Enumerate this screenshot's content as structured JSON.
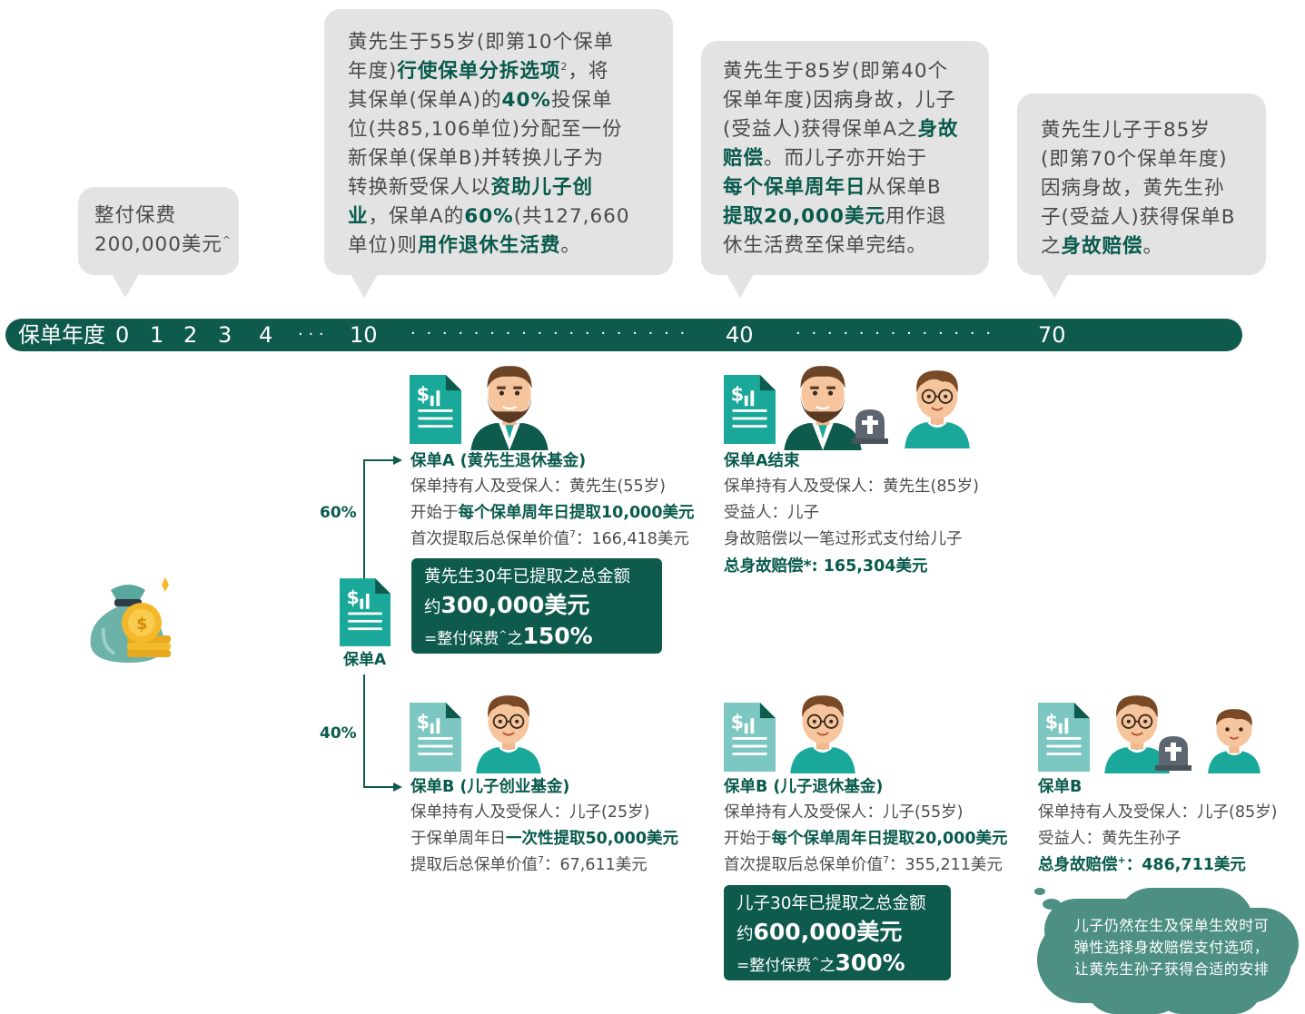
{
  "bubbles": {
    "b0": {
      "l1": "整付保费",
      "l2a": "200,000美元",
      "l2sup": "^"
    },
    "b10": {
      "l1": "黄先生于55岁(即第10个保单",
      "l2a": "年度)",
      "l2b": "行使保单分拆选项",
      "l2sup": "2",
      "l2c": "，将",
      "l3a": "其保单(保单A)的",
      "l3b": "40%",
      "l3c": "投保单",
      "l4": "位(共85,106单位)分配至一份",
      "l5": "新保单(保单B)并转换儿子为",
      "l6a": "转换新受保人以",
      "l6b": "资助儿子创",
      "l7a": "业",
      "l7b": "，保单A的",
      "l7c": "60%",
      "l7d": "(共127,660",
      "l8a": "单位)则",
      "l8b": "用作退休生活费",
      "l8c": "。"
    },
    "b40": {
      "l1": "黄先生于85岁(即第40个",
      "l2": "保单年度)因病身故，儿子",
      "l3a": "(受益人)获得保单A之",
      "l3b": "身故",
      "l4a": "赔偿",
      "l4b": "。而儿子亦开始于",
      "l5a": "每个保单周年日",
      "l5b": "从保单B",
      "l6a": "提取20,000美元",
      "l6b": "用作退",
      "l7": "休生活费至保单完结。"
    },
    "b70": {
      "l1": "黄先生儿子于85岁",
      "l2": "(即第70个保单年度)",
      "l3": "因病身故，黄先生孙",
      "l4": "子(受益人)获得保单B",
      "l5a": "之",
      "l5b": "身故赔偿",
      "l5c": "。"
    }
  },
  "timeline": {
    "label": "保单年度",
    "ticks": [
      "0",
      "1",
      "2",
      "3",
      "4",
      "· · ·",
      "10",
      "40",
      "70"
    ]
  },
  "split": {
    "pct_a": "60%",
    "pct_b": "40%",
    "policy_label": "保单A"
  },
  "policyA_start": {
    "title": "保单A (黄先生退休基金)",
    "line1": "保单持有人及受保人：黄先生(55岁)",
    "line2a": "开始于",
    "line2b": "每个保单周年日提取10,000美元",
    "line3a": "首次提取后总保单价值",
    "line3sup": "7",
    "line3b": "：166,418美元",
    "box": {
      "l1": "黄先生30年已提取之总金额",
      "l2a": "约",
      "l2b": "300,000美元",
      "l3a": "=整付保费",
      "l3sup": "^",
      "l3b": "之",
      "l3c": "150%"
    }
  },
  "policyA_end": {
    "title": "保单A结束",
    "line1": "保单持有人及受保人：黄先生(85岁)",
    "line2": "受益人：儿子",
    "line3": "身故赔偿以一笔过形式支付给儿子",
    "line4": "总身故赔偿*: 165,304美元"
  },
  "policyB_start": {
    "title": "保单B (儿子创业基金)",
    "line1": "保单持有人及受保人：儿子(25岁)",
    "line2a": "于保单周年日",
    "line2b": "一次性提取50,000美元",
    "line3a": "提取后总保单价值",
    "line3sup": "7",
    "line3b": "：67,611美元"
  },
  "policyB_retire": {
    "title": "保单B (儿子退休基金)",
    "line1": "保单持有人及受保人：儿子(55岁)",
    "line2a": "开始于",
    "line2b": "每个保单周年日提取20,000美元",
    "line3a": "首次提取后总保单价值",
    "line3sup": "7",
    "line3b": "：355,211美元",
    "box": {
      "l1": "儿子30年已提取之总金额",
      "l2a": "约",
      "l2b": "600,000美元",
      "l3a": "=整付保费",
      "l3sup": "^",
      "l3b": "之",
      "l3c": "300%"
    }
  },
  "policyB_end": {
    "title": "保单B",
    "line1": "保单持有人及受保人：儿子(85岁)",
    "line2": "受益人：黄先生孙子",
    "line3a": "总身故赔偿",
    "line3sup": "+",
    "line3b": "：486,711美元"
  },
  "cloud": {
    "l1": "儿子仍然在生及保单生效时可",
    "l2": "弹性选择身故赔偿支付选项，",
    "l3": "让黄先生孙子获得合适的安排"
  },
  "colors": {
    "brand": "#0e5a4d",
    "text_green": "#085a4c",
    "bubble": "#e3e3e4",
    "icon_teal": "#19a89a"
  },
  "icons": [
    "money-bag-icon",
    "policy-document-icon",
    "father-avatar-icon",
    "son-avatar-icon",
    "grandson-avatar-icon",
    "tombstone-icon"
  ]
}
